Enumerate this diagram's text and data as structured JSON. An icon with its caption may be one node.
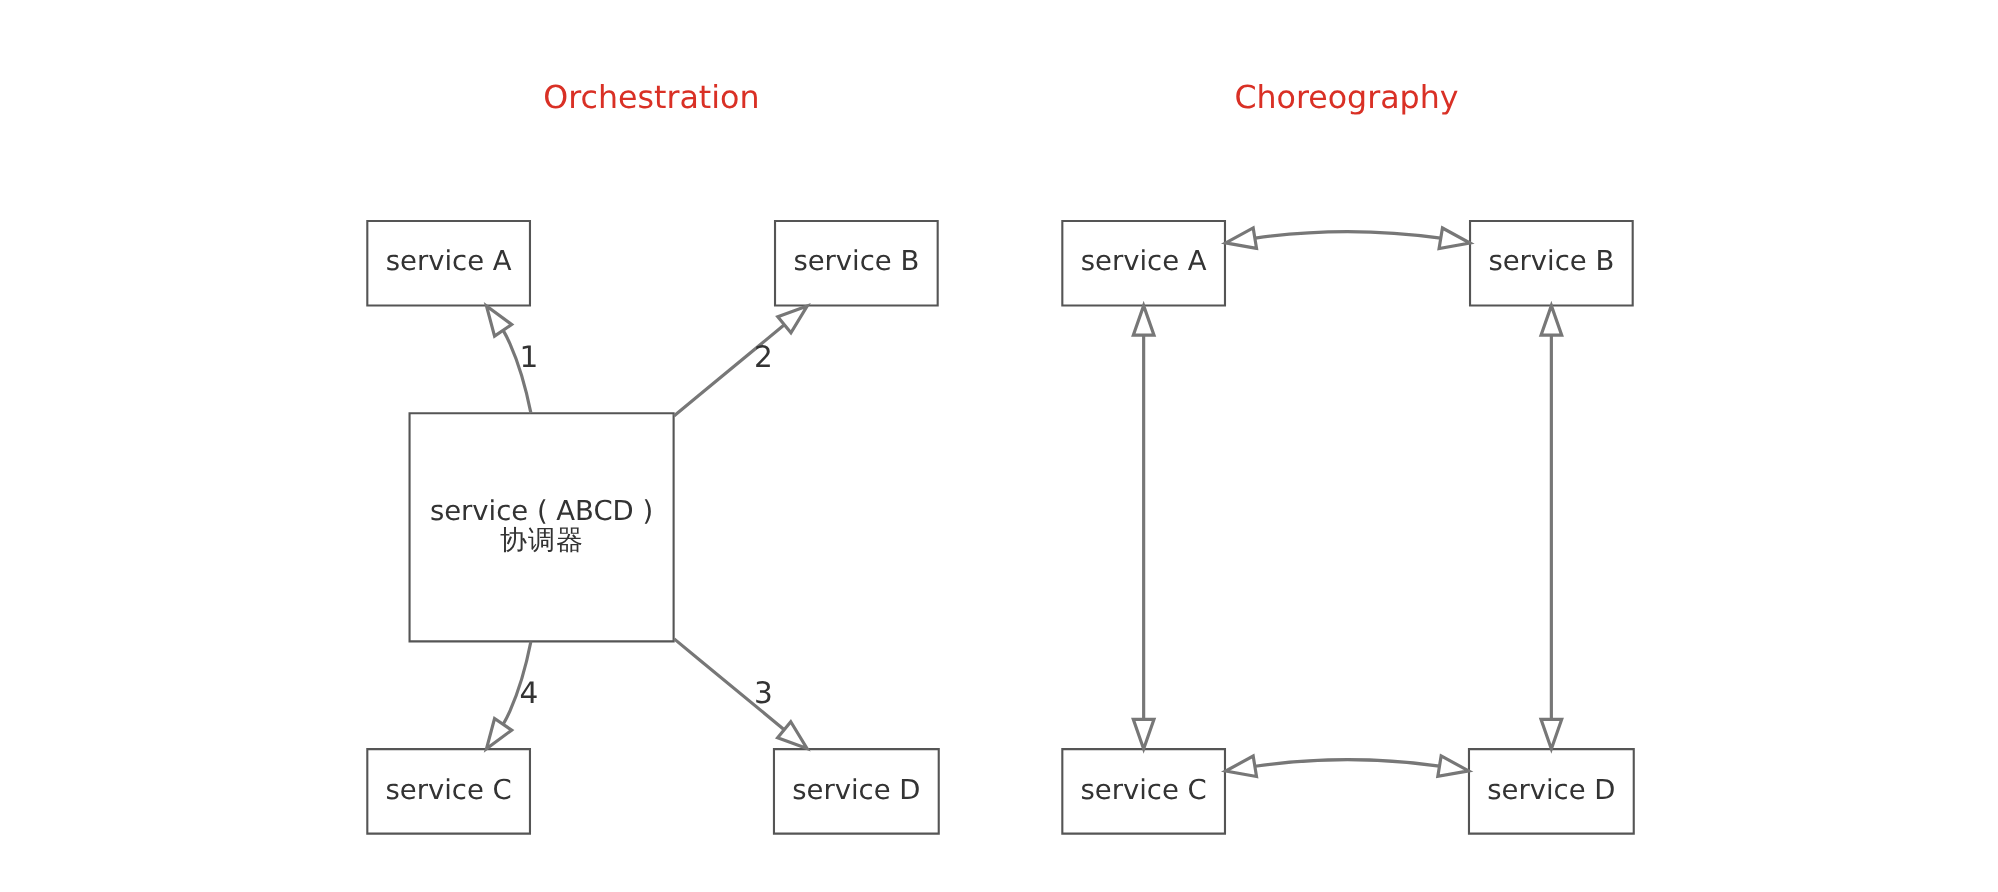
{
  "diagram": {
    "nodes": [
      {
        "text": [
          "service A"
        ]
      },
      {
        "text": [
          "service B"
        ]
      },
      {
        "text": [
          "service ( ABCD )",
          "协调器"
        ]
      },
      {
        "text": [
          "service C"
        ]
      },
      {
        "text": [
          "service D"
        ]
      },
      {
        "text": [
          "service A"
        ]
      },
      {
        "text": [
          "service B"
        ]
      },
      {
        "text": [
          "service C"
        ]
      },
      {
        "text": [
          "service D"
        ]
      }
    ],
    "edges": [
      {
        "from": 2,
        "to": 0,
        "arrow": "to",
        "label": "1"
      },
      {
        "from": 2,
        "to": 1,
        "arrow": "to",
        "label": "2"
      },
      {
        "from": 2,
        "to": 4,
        "arrow": "to",
        "label": "3"
      },
      {
        "from": 2,
        "to": 3,
        "arrow": "to",
        "label": "4"
      },
      {
        "from": 5,
        "to": 6,
        "arrow": "both"
      },
      {
        "from": 5,
        "to": 7,
        "arrow": "both"
      },
      {
        "from": 6,
        "to": 8,
        "arrow": "both"
      },
      {
        "from": 7,
        "to": 8,
        "arrow": "both"
      }
    ],
    "labels": [
      "Orchestration",
      "Choreography"
    ]
  }
}
